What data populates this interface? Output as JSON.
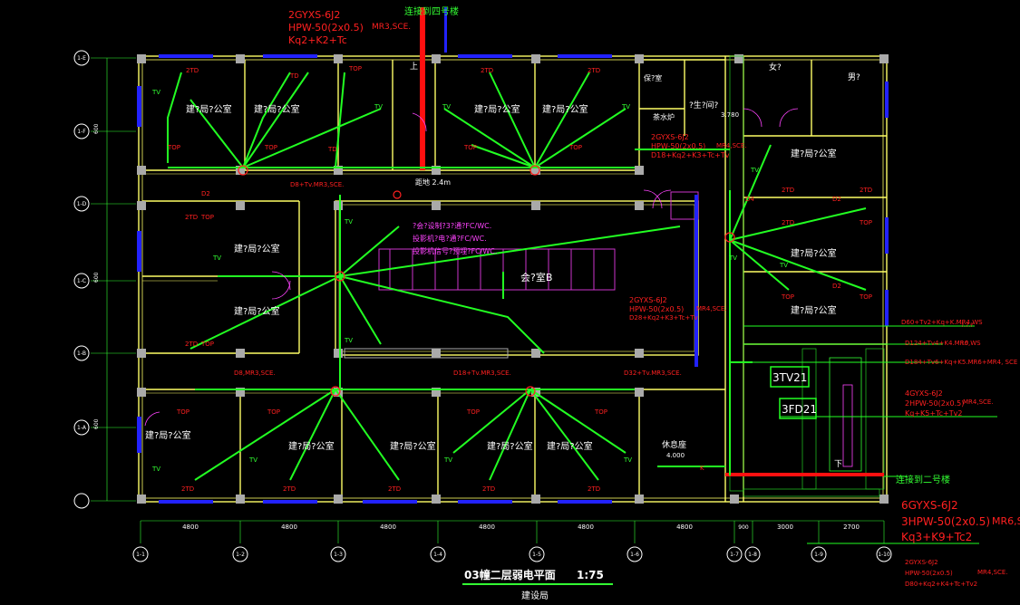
{
  "drawing": {
    "title": "03幢二层弱电平面",
    "scale": "1:75",
    "subtitle": "建设局"
  },
  "axes": {
    "bottom": [
      "1-1",
      "1-2",
      "1-3",
      "1-4",
      "1-5",
      "1-6",
      "1-7",
      "1-8",
      "1-9",
      "1-10"
    ],
    "left": [
      "1-E",
      "1-F",
      "1-D",
      "1-C",
      "1-B",
      "1-A"
    ],
    "dims_bottom": [
      "4800",
      "4800",
      "4800",
      "4800",
      "4800",
      "4800",
      "900",
      "3000",
      "2700"
    ],
    "dims_left": [
      "600",
      "600",
      "600"
    ]
  },
  "rooms": {
    "office": "建?局?公室",
    "meeting": "会?室B",
    "boiler": "?生?间?",
    "water": "茶水炉",
    "female": "女?",
    "male": "男?",
    "cleaning": "保?室",
    "lounge": "休息座",
    "stair_up": "上",
    "stair_dn": "下"
  },
  "elevations": {
    "e1": "3.780",
    "e2": "4.000",
    "e3": "距地 2.4m"
  },
  "equipment": {
    "tv_box": "3TV21",
    "fd_box": "3FD21"
  },
  "device_tags": {
    "tv": "TV",
    "top": "TOP",
    "td": "2TD",
    "td1": "TD",
    "d2": "D2",
    "d4": "D4",
    "x": "K"
  },
  "annotations": {
    "top_cable_1": "2GYXS-6J2",
    "top_cable_2": "HPW-50(2x0.5)",
    "top_cable_3": "Kq2+K2+Tc",
    "top_cable_mr": "MR3,SCE.",
    "to_building_4": "连接到四号楼",
    "to_building_2": "连接到二号楼",
    "mid_cable_1": "2GYXS-6J2",
    "mid_cable_2": "HPW-50(2x0.5)",
    "mid_cable_3": "D18+Kq2+K3+Tc+Tv",
    "mid_cable_mr": "MR4,SCE.",
    "meet_cable_1": "2GYXS-6J2",
    "meet_cable_2": "HPW-50(2x0.5)",
    "meet_cable_3": "D28+Kq2+K3+Tc+Tv",
    "meet_cable_mr": "MR4,SCE.",
    "meeting_note_1": "?会?设制?3?通?FC/WC.",
    "meeting_note_2": "投影机?电?通?FC/WC.",
    "meeting_note_3": "投影机信号?预埋?FC/WC.",
    "d8": "D8+Tv.MR3,SCE.",
    "d8b": "D8,MR3,SCE.",
    "d18": "D18+Tv.MR3,SCE.",
    "d32": "D32+Tv.MR3,SCE.",
    "r1": "D60+Tv2+Kq+K.MR4,WS",
    "r1b": "?.?.?",
    "r2": "D124+Tv4+K4.MR6,WS",
    "r2b": "?.?",
    "r3": "D184+Tv6+Kq+K5.MR6+MR4, SCE",
    "r4_1": "4GYXS-6J2",
    "r4_2": "2HPW-50(2x0.5)",
    "r4_3": "Kq+K5+Tc+Tv2",
    "r4_mr": "MR4,SCE.",
    "big_1": "6GYXS-6J2",
    "big_2": "3HPW-50(2x0.5)",
    "big_3": "Kq3+K9+Tc2",
    "big_mr": "MR6,S",
    "bot_1": "2GYXS-6J2",
    "bot_2": "HPW-50(2x0.5)",
    "bot_3": "D80+Kq2+K4+Tc+Tv2",
    "bot_mr": "MR4,SCE."
  },
  "colors": {
    "wall": "#ffff66",
    "cable": "#22ff22",
    "device": "#ff2020",
    "riser": "#ff0000",
    "furniture": "#cc33cc",
    "window": "#3333ff",
    "column": "#b0b0b0"
  }
}
